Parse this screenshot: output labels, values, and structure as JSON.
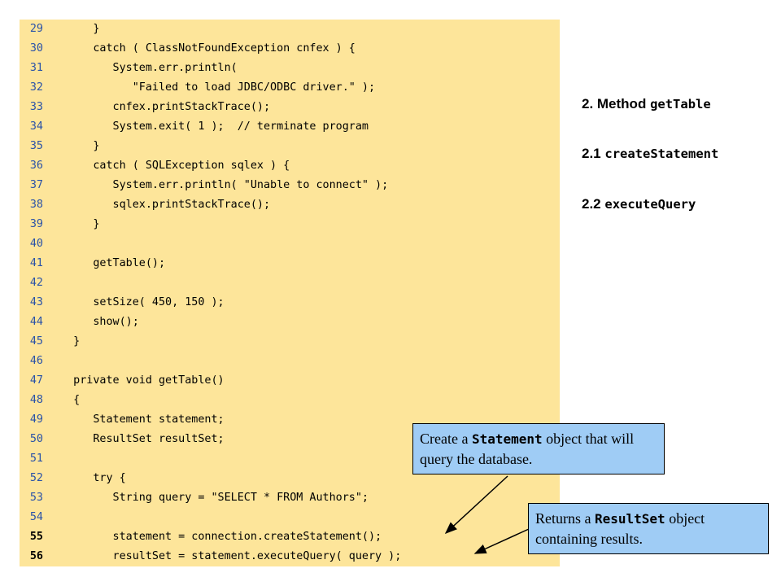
{
  "code_lines": [
    {
      "num": "29",
      "text": "      }",
      "bold": false
    },
    {
      "num": "30",
      "text": "      catch ( ClassNotFoundException cnfex ) {",
      "bold": false
    },
    {
      "num": "31",
      "text": "         System.err.println(",
      "bold": false
    },
    {
      "num": "32",
      "text": "            \"Failed to load JDBC/ODBC driver.\" );",
      "bold": false
    },
    {
      "num": "33",
      "text": "         cnfex.printStackTrace();",
      "bold": false
    },
    {
      "num": "34",
      "text": "         System.exit( 1 );  // terminate program",
      "bold": false
    },
    {
      "num": "35",
      "text": "      }",
      "bold": false
    },
    {
      "num": "36",
      "text": "      catch ( SQLException sqlex ) {",
      "bold": false
    },
    {
      "num": "37",
      "text": "         System.err.println( \"Unable to connect\" );",
      "bold": false
    },
    {
      "num": "38",
      "text": "         sqlex.printStackTrace();",
      "bold": false
    },
    {
      "num": "39",
      "text": "      }",
      "bold": false
    },
    {
      "num": "40",
      "text": "",
      "bold": false
    },
    {
      "num": "41",
      "text": "      getTable();",
      "bold": false
    },
    {
      "num": "42",
      "text": "",
      "bold": false
    },
    {
      "num": "43",
      "text": "      setSize( 450, 150 );",
      "bold": false
    },
    {
      "num": "44",
      "text": "      show();",
      "bold": false
    },
    {
      "num": "45",
      "text": "   }",
      "bold": false
    },
    {
      "num": "46",
      "text": "",
      "bold": false
    },
    {
      "num": "47",
      "text": "   private void getTable()",
      "bold": false
    },
    {
      "num": "48",
      "text": "   {",
      "bold": false
    },
    {
      "num": "49",
      "text": "      Statement statement;",
      "bold": false
    },
    {
      "num": "50",
      "text": "      ResultSet resultSet;",
      "bold": false
    },
    {
      "num": "51",
      "text": "",
      "bold": false
    },
    {
      "num": "52",
      "text": "      try {",
      "bold": false
    },
    {
      "num": "53",
      "text": "         String query = \"SELECT * FROM Authors\";",
      "bold": false
    },
    {
      "num": "54",
      "text": "",
      "bold": false
    },
    {
      "num": "55",
      "text": "         statement = connection.createStatement();",
      "bold": true
    },
    {
      "num": "56",
      "text": "         resultSet = statement.executeQuery( query );",
      "bold": true
    }
  ],
  "sidebar": [
    {
      "label": "2. Method ",
      "code": "getTable"
    },
    {
      "label": "2.1 ",
      "code": "createStatement"
    },
    {
      "label": "2.2 ",
      "code": "executeQuery"
    }
  ],
  "callouts": [
    {
      "pre": "Create a ",
      "code": "Statement",
      "post": " object that will query the database."
    },
    {
      "pre": "Returns a ",
      "code": "ResultSet",
      "post": " object containing results."
    }
  ],
  "colors": {
    "code_background": "#fde59a",
    "line_number": "#2a52a8",
    "callout_background": "#9fccf5"
  }
}
